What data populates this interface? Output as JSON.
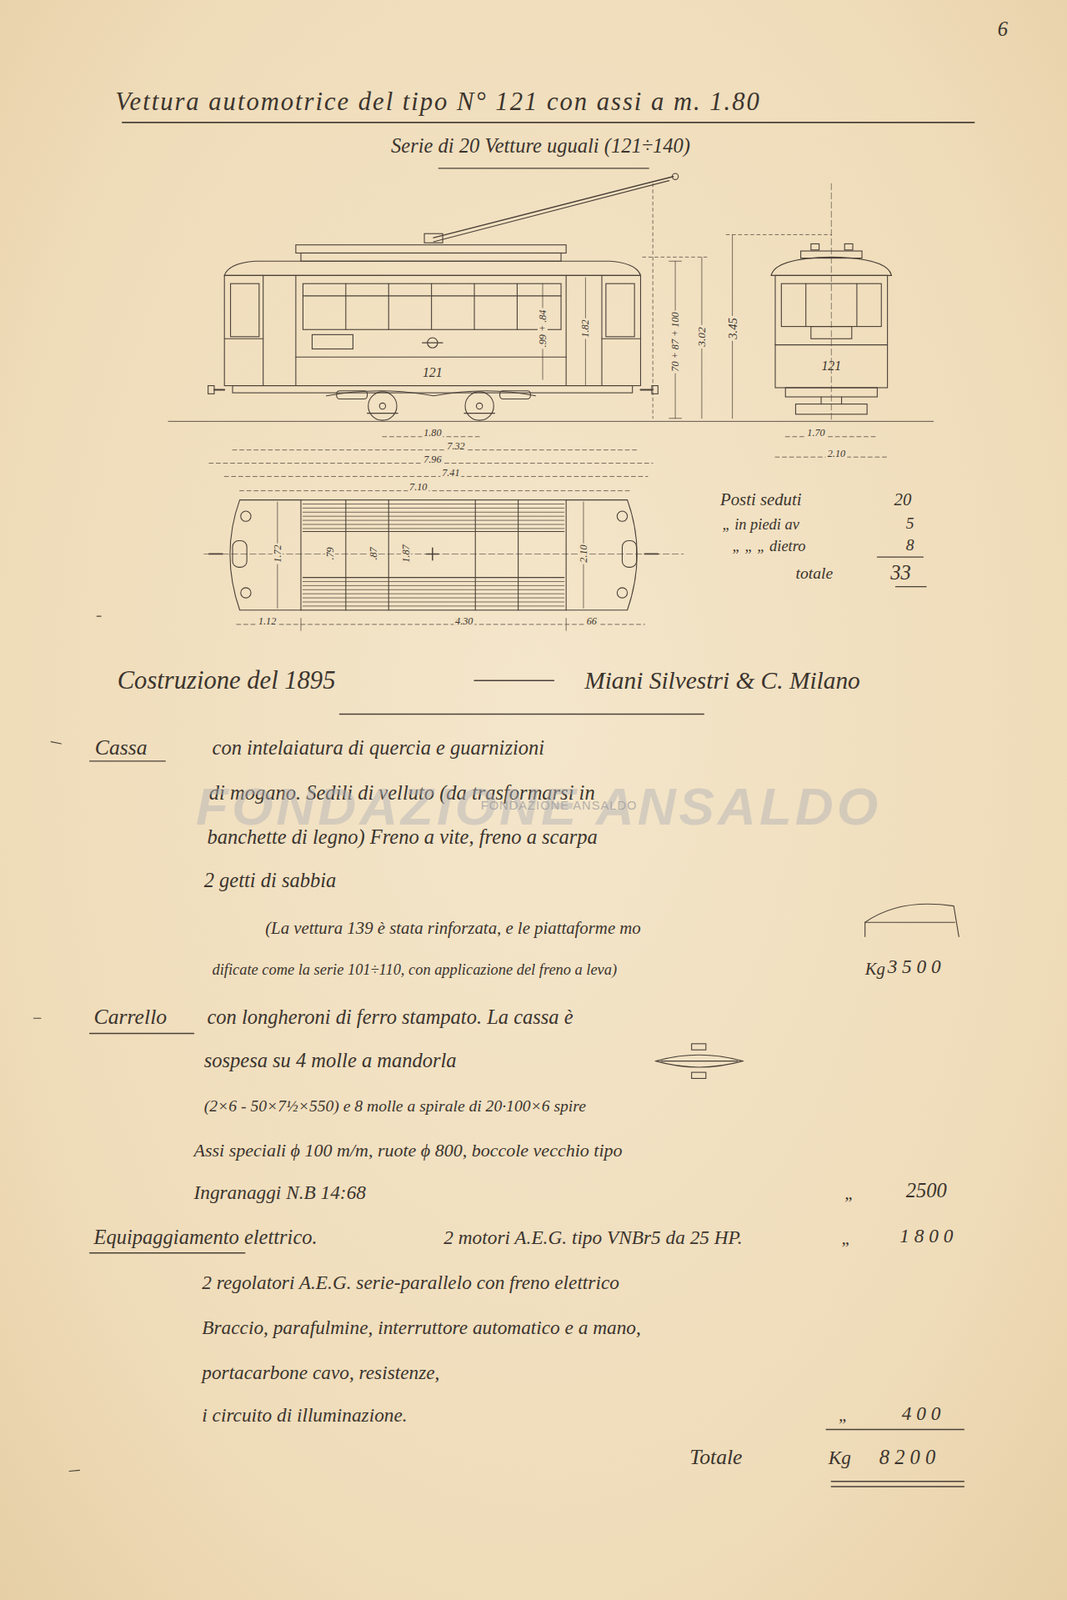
{
  "diagram": {
    "title": "Vettura automotrice del tipo N° 121 con assi a m. 1.80",
    "labels": [
      "6",
      "Serie di 20 Vetture uguali (121÷140)",
      "121",
      "121",
      ".99 + .84",
      "1.82",
      "70 + 87 + 100",
      "3.02",
      "3.45",
      "1.80",
      "7.32",
      "7.96",
      "7.41",
      "7.10",
      "1.70",
      "2.10",
      "1.72",
      ".79",
      ".87",
      "1.87",
      "2.10",
      "1.12",
      "4.30",
      "66",
      "Posti seduti",
      "20",
      "„ in piedi av",
      "5",
      "„ „ „ dietro",
      "8",
      "totale",
      "33",
      "Costruzione del 1895",
      "Miani Silvestri & C. Milano",
      "Cassa",
      "con intelaiatura di quercia e guarnizioni",
      "di mogano. Sedili di velluto (da trasformarsi in",
      "banchette di legno) Freno a vite, freno a scarpa",
      "2 getti di sabbia",
      "(La vettura 139 è stata rinforzata, e le piattaforme mo",
      "dificate come la serie 101÷110, con applicazione del freno a leva)",
      "Kg",
      "3 5 0 0",
      "Carrello",
      "con longheroni di ferro stampato. La cassa è",
      "sospesa su 4 molle a mandorla",
      "(2×6 - 50×7½×550) e 8 molle a spirale di 20·100×6 spire",
      "Assi speciali ϕ 100 m/m, ruote ϕ 800, boccole vecchio tipo",
      "Ingranaggi N.B 14:68",
      "„",
      "2500",
      "Equipaggiamento elettrico.",
      "2 motori A.E.G. tipo VNBr5 da 25 HP.",
      "„",
      "1 8 0 0",
      "2 regolatori A.E.G. serie-parallelo con freno elettrico",
      "Braccio, parafulmine, interruttore automatico e a mano,",
      "portacarbone cavo, resistenze,",
      "i circuito di illuminazione.",
      "„",
      "4 0 0",
      "Totale",
      "Kg",
      "8 2 0 0",
      "FONDAZIONE ANSALDO",
      "FONDAZIONE ANSALDO"
    ]
  }
}
